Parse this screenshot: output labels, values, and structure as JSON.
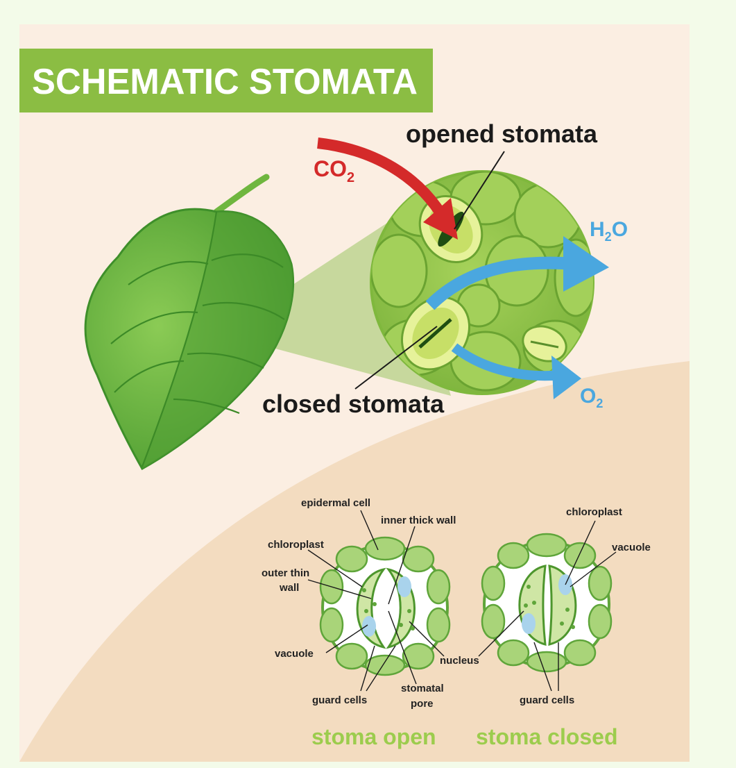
{
  "title": "SCHEMATIC STOMATA",
  "gases": {
    "co2": {
      "main": "CO",
      "sub": "2",
      "color": "#d42a2a"
    },
    "h2o": {
      "pre": "H",
      "sub": "2",
      "post": "O",
      "color": "#4aa7df"
    },
    "o2": {
      "main": "O",
      "sub": "2",
      "color": "#4aa7df"
    }
  },
  "callouts": {
    "opened": "opened stomata",
    "closed": "closed stomata"
  },
  "detail_labels": {
    "epidermal_cell": "epidermal cell",
    "inner_thick_wall": "inner thick wall",
    "chloroplast_left": "chloroplast",
    "outer_thin_wall_1": "outer thin",
    "outer_thin_wall_2": "wall",
    "vacuole_left": "vacuole",
    "guard_cells_left": "guard cells",
    "stomatal_pore_1": "stomatal",
    "stomatal_pore_2": "pore",
    "nucleus": "nucleus",
    "chloroplast_right": "chloroplast",
    "vacuole_right": "vacuole",
    "guard_cells_right": "guard cells"
  },
  "captions": {
    "open": "stoma open",
    "closed": "stoma closed"
  },
  "colors": {
    "title_bar": "#8bbd43",
    "panel": "#fbeee2",
    "sand": "#f3dcc0",
    "leaf_dark": "#3e8f2a",
    "leaf_light": "#79bd47",
    "caption": "#9ccc4d"
  }
}
